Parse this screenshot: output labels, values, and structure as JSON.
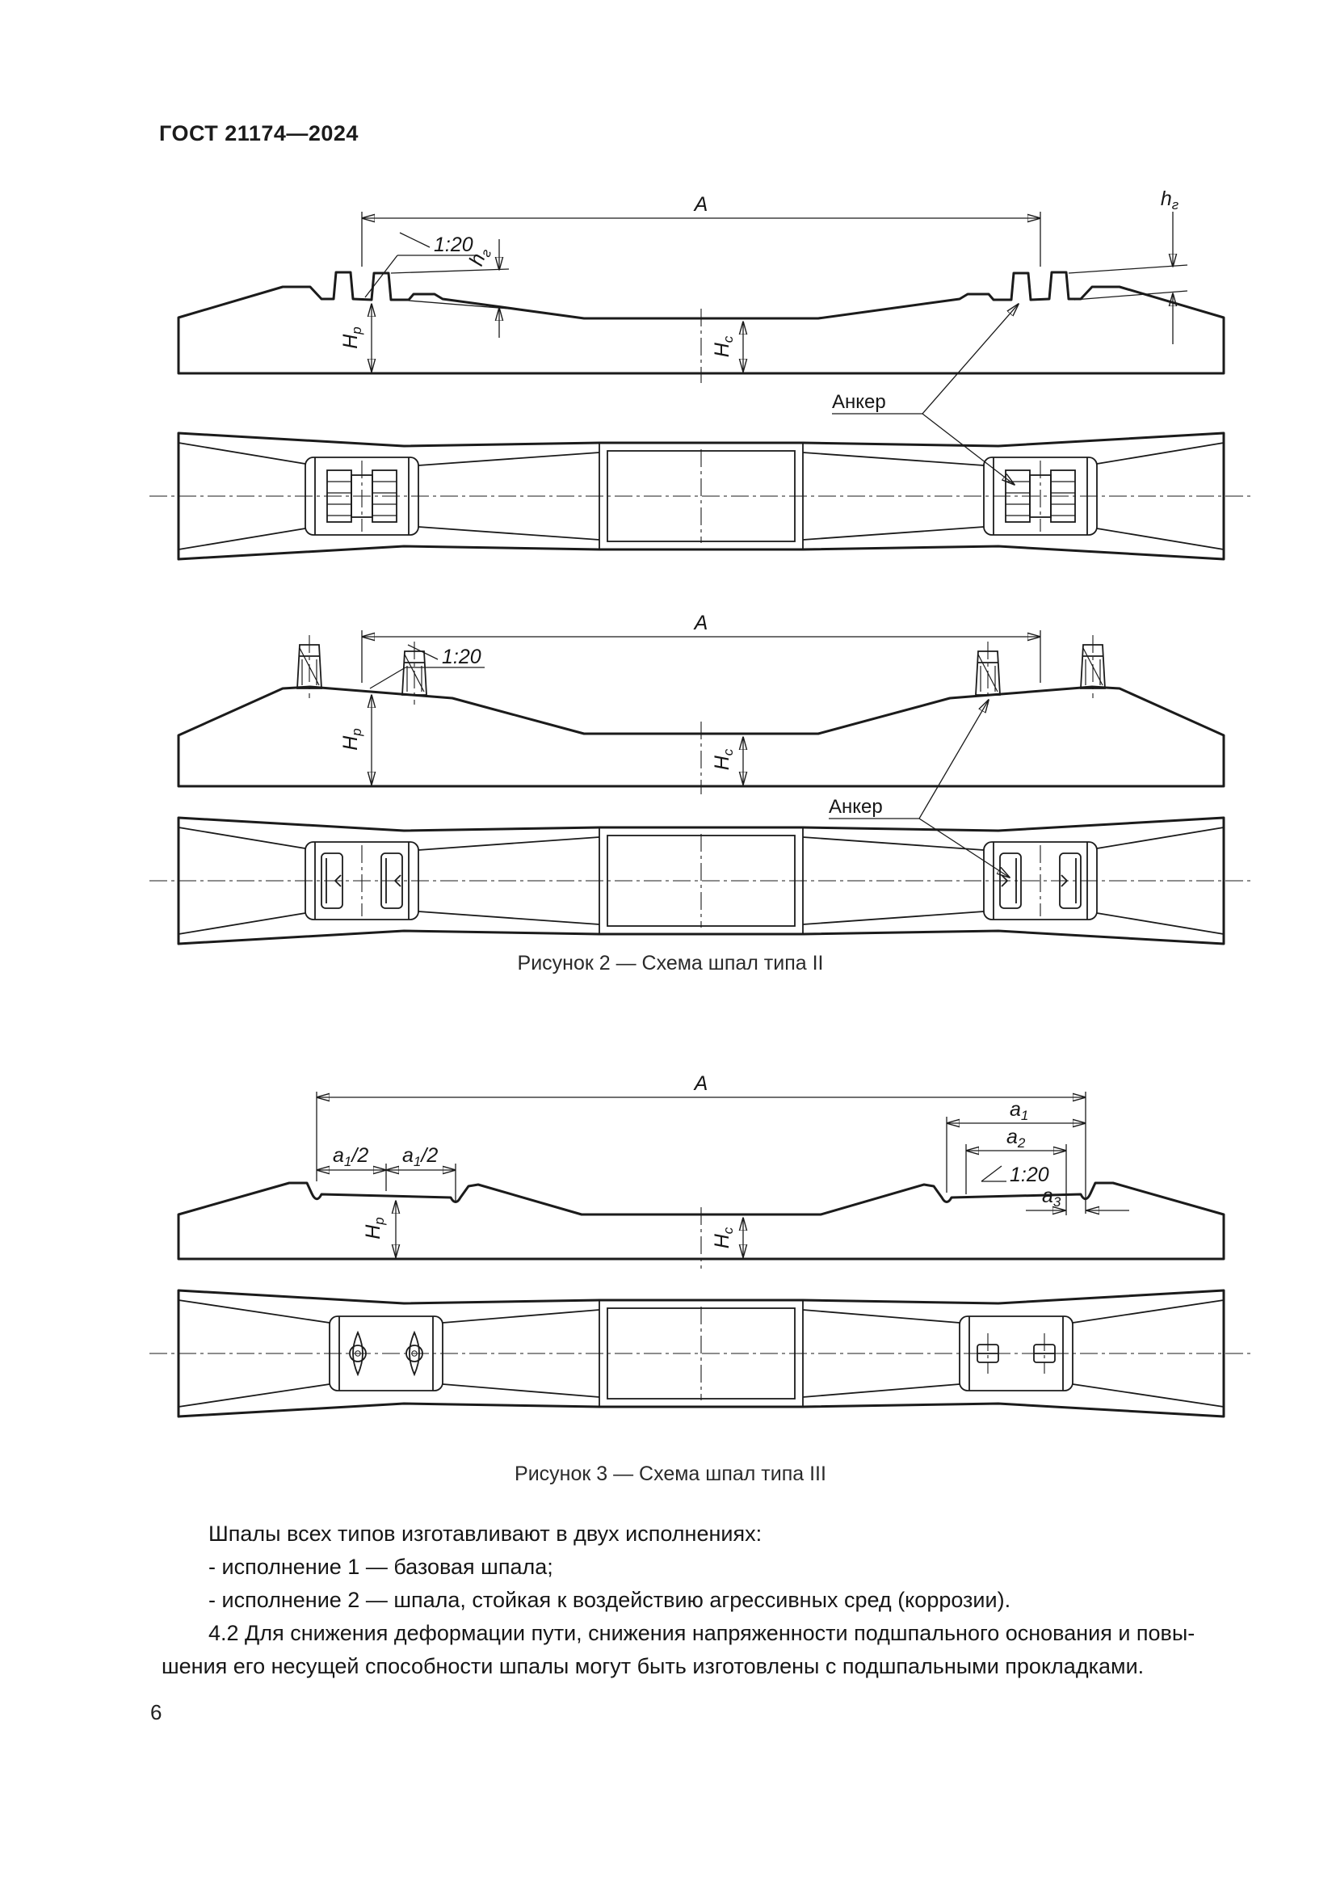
{
  "page": {
    "header": "ГОСТ 21174—2024",
    "page_number": "6"
  },
  "figure2": {
    "caption": "Рисунок 2 — Схема шпал типа II",
    "labels": {
      "A": "A",
      "slope": "1:20",
      "h_r": {
        "base": "h",
        "sub": "г"
      },
      "H_p": {
        "base": "H",
        "sub": "р"
      },
      "H_c": {
        "base": "H",
        "sub": "с"
      },
      "anchor": "Анкер"
    }
  },
  "figure3": {
    "caption": "Рисунок 3 — Схема шпал типа III",
    "labels": {
      "A": "A",
      "slope": "1:20",
      "a1_half": {
        "base": "a",
        "sub": "1",
        "rest": "/2"
      },
      "a1": {
        "base": "a",
        "sub": "1"
      },
      "a2": {
        "base": "a",
        "sub": "2"
      },
      "a3": {
        "base": "a",
        "sub": "3"
      },
      "H_p": {
        "base": "H",
        "sub": "р"
      },
      "H_c": {
        "base": "H",
        "sub": "с"
      }
    }
  },
  "body": {
    "lines": [
      "Шпалы всех типов изготавливают в двух исполнениях:",
      "- исполнение 1 — базовая шпала;",
      "- исполнение 2 — шпала, стойкая к воздействию агрессивных сред (коррозии).",
      "4.2 Для снижения деформации пути, снижения напряженности подшпального основания и повы-",
      "шения его несущей способности шпалы могут быть изготовлены с подшпальными прокладками."
    ]
  }
}
